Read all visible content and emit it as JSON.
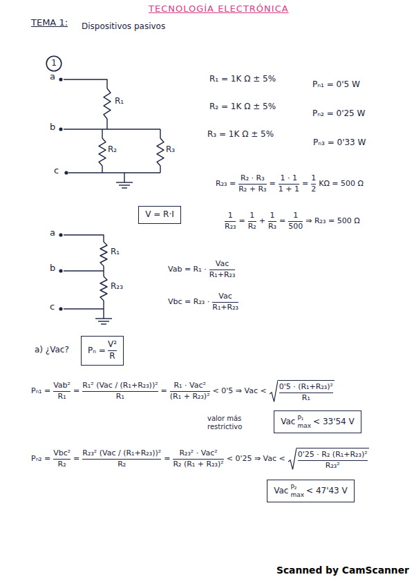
{
  "diagram": {
    "title": "TECNOLOGÍA ELECTRÓNICA",
    "nodes": [
      {
        "text": [
          "1"
        ]
      },
      {
        "text": [
          "V = R·I"
        ]
      },
      {
        "text": [
          "Pₙ =",
          "V²",
          "R"
        ]
      },
      {
        "text": [
          "Vac",
          "P₁",
          "max",
          "< 33'54 V"
        ]
      },
      {
        "text": [
          "Vac",
          "P₂",
          "max",
          "< 47'43 V"
        ]
      }
    ],
    "labels": [
      "TEMA 1:",
      "Dispositivos pasivos",
      "a",
      "R₁",
      "b",
      "R₂",
      "R₃",
      "c",
      "R₁ = 1K Ω ± 5%",
      "Pₙ₁ = 0'5 W",
      "R₂ = 1K Ω ± 5%",
      "Pₙ₂ = 0'25 W",
      "R₃ = 1K Ω ± 5%",
      "Pₙ₃ = 0'33 W",
      "R₂₃ =",
      "R₂ · R₃",
      "R₂ + R₃",
      "=",
      "1 · 1",
      "1 + 1",
      "=",
      "1",
      "2",
      "KΩ = 500 Ω",
      "1",
      "R₂₃",
      "=",
      "1",
      "R₂",
      "+",
      "1",
      "R₃",
      "=",
      "1",
      "500",
      "⇒ R₂₃ = 500 Ω",
      "a",
      "R₁",
      "b",
      "R₂₃",
      "c",
      "Vab = R₁ ·",
      "Vac",
      "R₁+R₂₃",
      "Vbc = R₂₃ ·",
      "Vac",
      "R₁+R₂₃",
      "a) ¿Vac?",
      "Pₙ₁ =",
      "Vab²",
      "R₁",
      "=",
      "R₁² (Vac / (R₁+R₂₃))²",
      "R₁",
      "=",
      "R₁ · Vac²",
      "(R₁ + R₂₃)²",
      "< 0'5 ⇒ Vac <",
      "0'5 · (R₁+R₂₃)²",
      "R₁",
      "valor más restrictivo",
      "Pₙ₂ =",
      "Vbc²",
      "R₂",
      "=",
      "R₂₃² (Vac / (R₁+R₂₃))²",
      "R₂",
      "=",
      "R₂₃² · Vac²",
      "R₂ (R₁ + R₂₃)²",
      "< 0'25 ⇒ Vac <",
      "0'25 · R₂ (R₁+R₂₃)²",
      "R₂₃²",
      "Scanned by CamScanner"
    ]
  }
}
